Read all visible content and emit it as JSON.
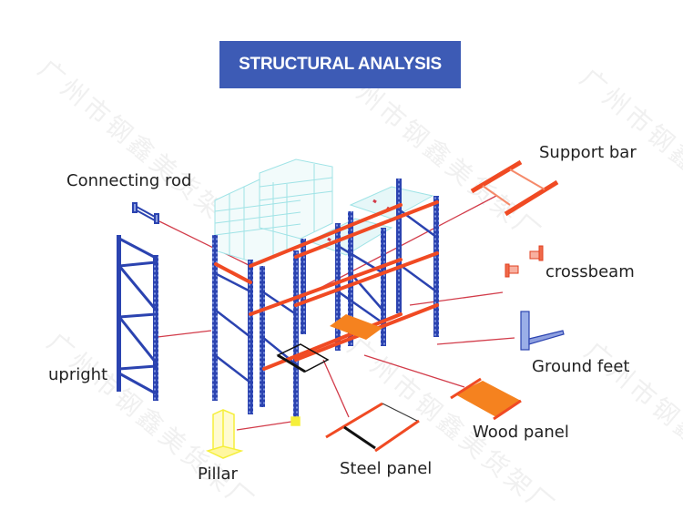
{
  "title": "STRUCTURAL ANALYSIS",
  "watermark_text": "广州市钢鑫美货架厂",
  "colors": {
    "banner": "#3d5bb5",
    "upright_blue": "#2b43b0",
    "beam_red": "#f04a23",
    "leader_line": "#d23c4a",
    "wood_panel": "#f5821f",
    "pillar_yellow": "#f5ef3b",
    "pallet_cyan": "#9fe3e6"
  },
  "labels": {
    "connecting_rod": "Connecting rod",
    "support_bar": "Support bar",
    "crossbeam": "crossbeam",
    "ground_feet": "Ground feet",
    "upright": "upright",
    "wood_panel": "Wood panel",
    "pillar": "Pillar",
    "steel_panel": "Steel panel"
  }
}
